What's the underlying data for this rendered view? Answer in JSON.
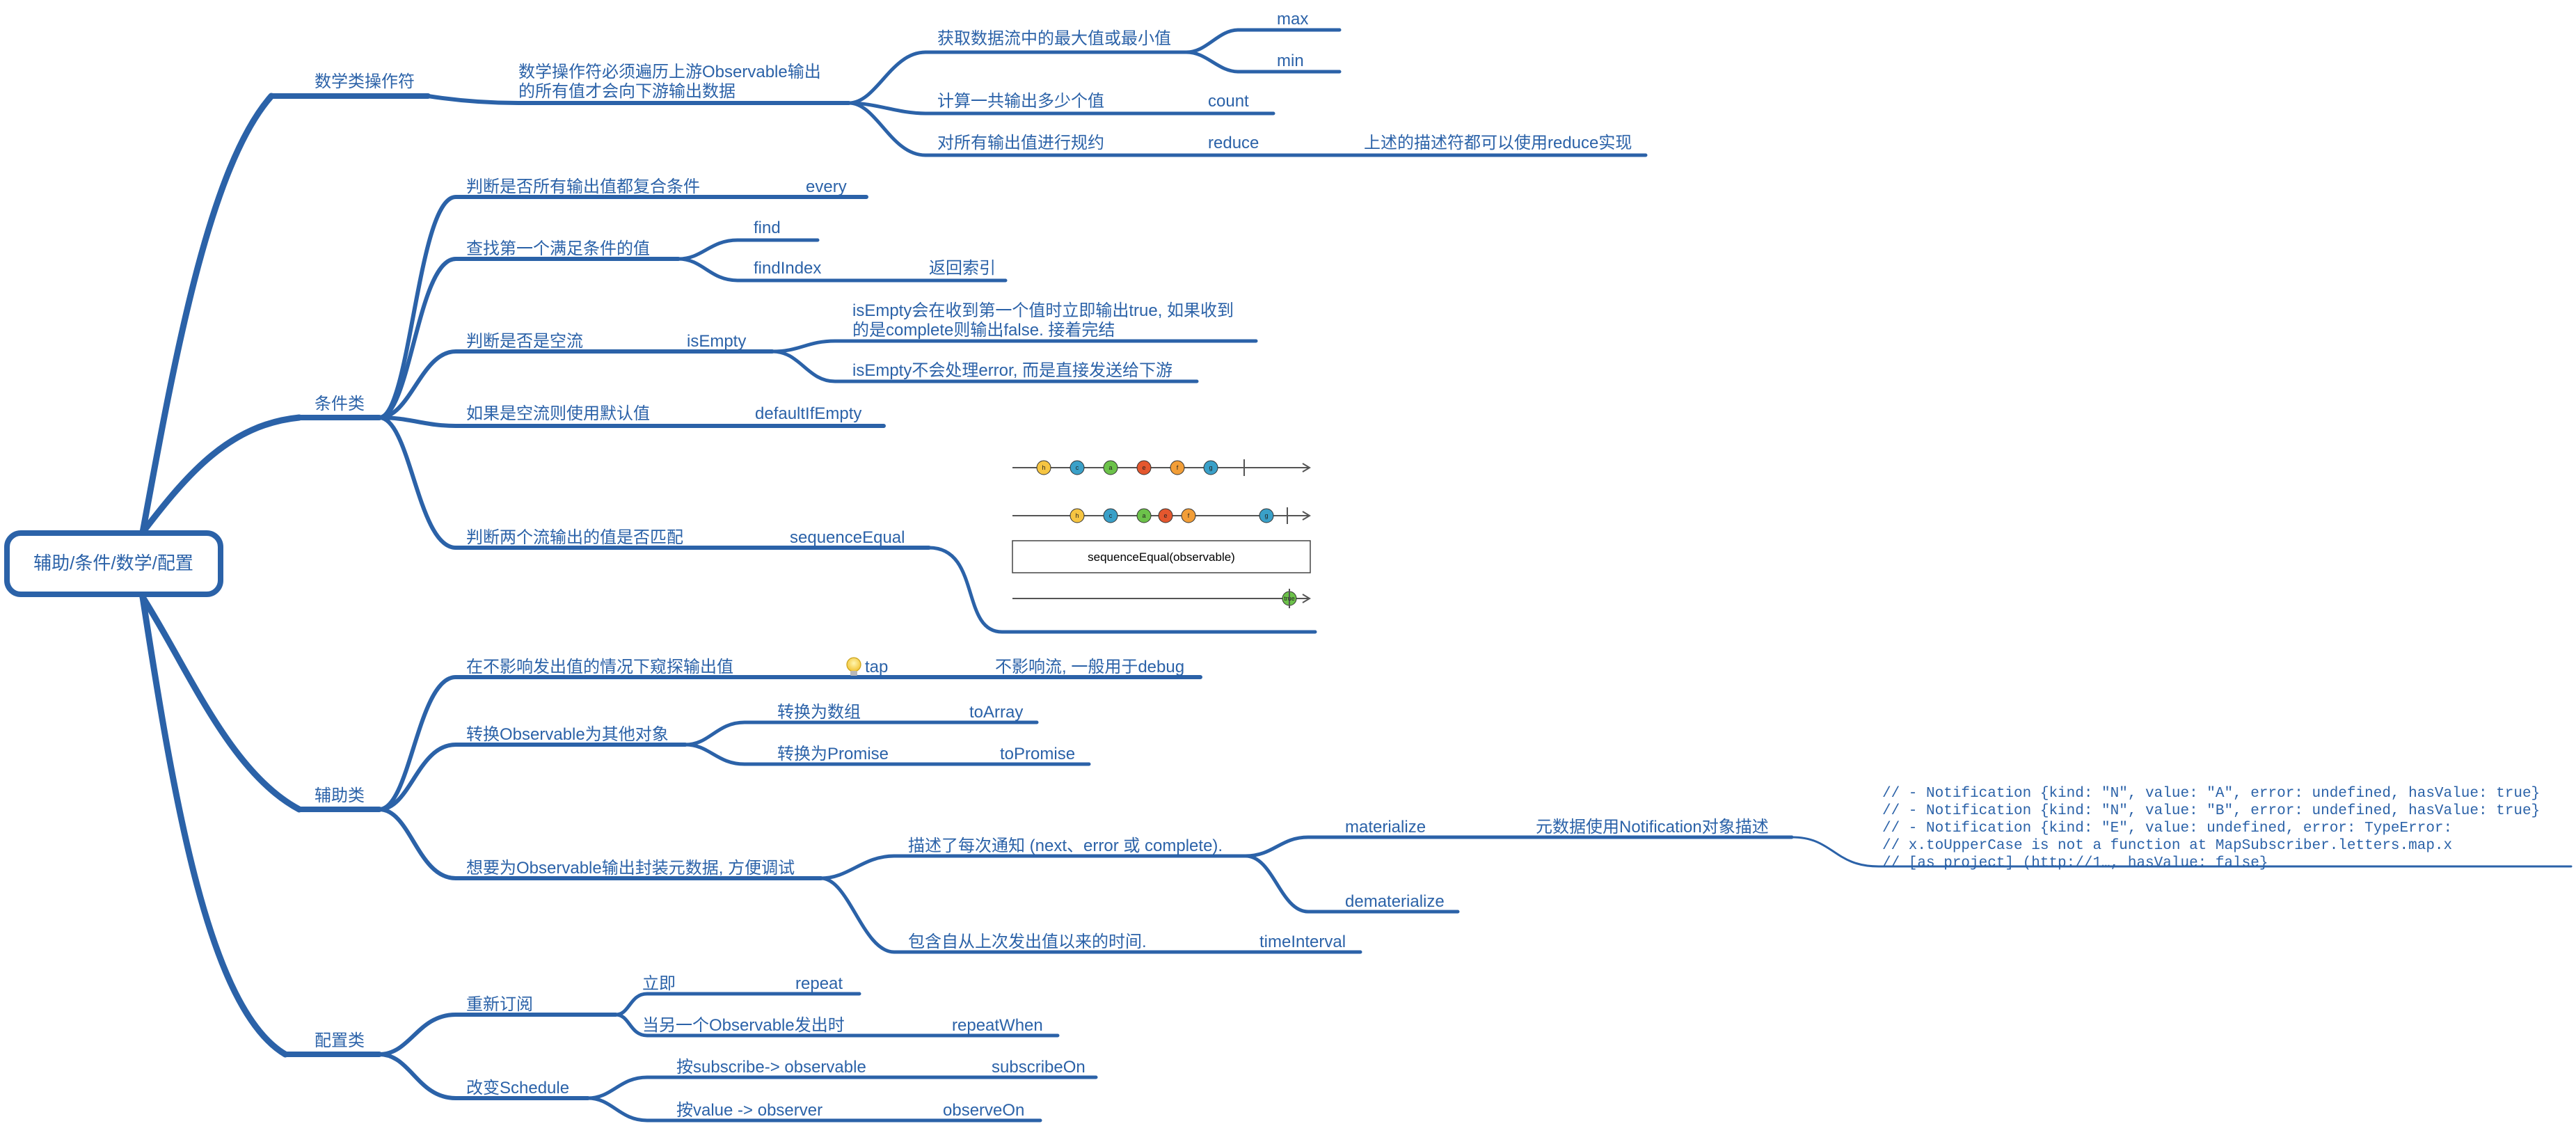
{
  "root": {
    "label": "辅助/条件/数学/配置"
  },
  "math": {
    "label": "数学类操作符",
    "desc_l1": "数学操作符必须遍历上游Observable输出",
    "desc_l2": "的所有值才会向下游输出数据",
    "minmax": {
      "label": "获取数据流中的最大值或最小值",
      "max": "max",
      "min": "min"
    },
    "count": {
      "label": "计算一共输出多少个值",
      "op": "count"
    },
    "reduce": {
      "label": "对所有输出值进行规约",
      "op": "reduce",
      "note": "上述的描述符都可以使用reduce实现"
    }
  },
  "cond": {
    "label": "条件类",
    "every": {
      "label": "判断是否所有输出值都复合条件",
      "op": "every"
    },
    "find": {
      "label": "查找第一个满足条件的值",
      "op1": "find",
      "op2": "findIndex",
      "op2_note": "返回索引"
    },
    "isempty": {
      "label": "判断是否是空流",
      "op": "isEmpty",
      "n1_l1": "isEmpty会在收到第一个值时立即输出true, 如果收到",
      "n1_l2": "的是complete则输出false. 接着完结",
      "n2": "isEmpty不会处理error, 而是直接发送给下游"
    },
    "default": {
      "label": "如果是空流则使用默认值",
      "op": "defaultIfEmpty"
    },
    "seq": {
      "label": "判断两个流输出的值是否匹配",
      "op": "sequenceEqual",
      "box_label": "sequenceEqual(observable)",
      "marble_labels": [
        "h",
        "c",
        "a",
        "e",
        "f",
        "g"
      ],
      "result_label": "true"
    }
  },
  "aux": {
    "label": "辅助类",
    "tap": {
      "label": "在不影响发出值的情况下窥探输出值",
      "op": "tap",
      "note": "不影响流, 一般用于debug"
    },
    "convert": {
      "label": "转换Observable为其他对象",
      "a_label": "转换为数组",
      "a_op": "toArray",
      "p_label": "转换为Promise",
      "p_op": "toPromise"
    },
    "meta": {
      "label": "想要为Observable输出封装元数据, 方便调试",
      "notify": "描述了每次通知 (next、error 或 complete).",
      "mat": "materialize",
      "mat_note": "元数据使用Notification对象描述",
      "demat": "dematerialize",
      "code": [
        "// - Notification {kind: \"N\", value: \"A\", error: undefined, hasValue: true}",
        "// - Notification {kind: \"N\", value: \"B\", error: undefined, hasValue: true}",
        "// - Notification {kind: \"E\", value: undefined, error: TypeError:",
        "//   x.toUpperCase is not a function at MapSubscriber.letters.map.x",
        "//   [as project] (http://1…, hasValue: false}"
      ],
      "interval_label": "包含自从上次发出值以来的时间.",
      "interval_op": "timeInterval"
    }
  },
  "config": {
    "label": "配置类",
    "resub": {
      "label": "重新订阅",
      "now": "立即",
      "now_op": "repeat",
      "when": "当另一个Observable发出时",
      "when_op": "repeatWhen"
    },
    "sched": {
      "label": "改变Schedule",
      "sub": "按subscribe-> observable",
      "sub_op": "subscribeOn",
      "obs": "按value -> observer",
      "obs_op": "observeOn"
    }
  },
  "colors": {
    "line": "#2b62a8",
    "text": "#2b62a8",
    "marble_yellow": "#f6c542",
    "marble_blue": "#3aa0c8",
    "marble_green": "#6cc24a",
    "marble_red": "#e4572e",
    "marble_orange": "#f29e38"
  },
  "icons": {
    "tap": "lightbulb-icon"
  }
}
